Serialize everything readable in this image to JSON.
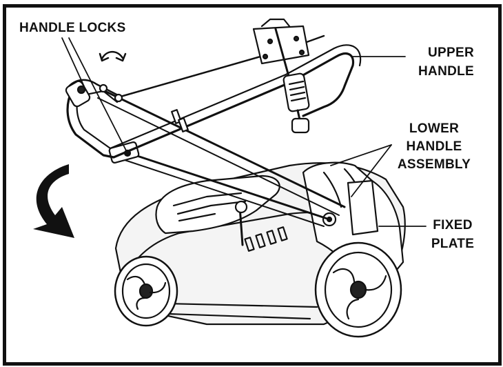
{
  "labels": {
    "handle_locks": "HANDLE LOCKS",
    "upper_handle": [
      "UPPER",
      "HANDLE"
    ],
    "lower_handle_assembly": [
      "LOWER",
      "HANDLE",
      "ASSEMBLY"
    ],
    "fixed_plate": [
      "FIXED",
      "PLATE"
    ]
  },
  "colors": {
    "ink": "#111111",
    "fill_light": "#f4f4f4",
    "fill_dark": "#222222"
  },
  "icons": [
    "rotate-arrow-icon",
    "fold-down-arrow-icon"
  ]
}
